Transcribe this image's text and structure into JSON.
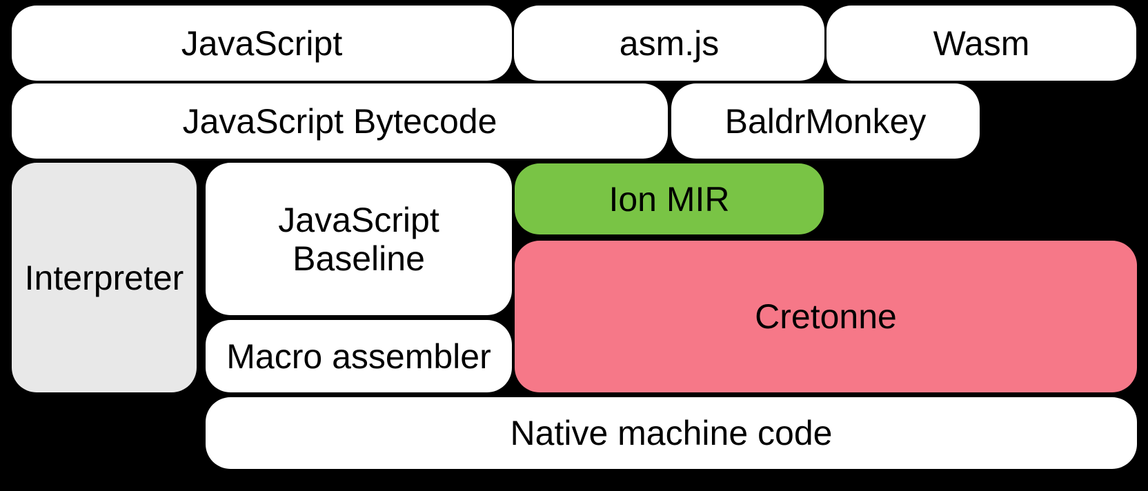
{
  "diagram": {
    "boxes": {
      "javascript": {
        "label": "JavaScript"
      },
      "asmjs": {
        "label": "asm.js"
      },
      "wasm": {
        "label": "Wasm"
      },
      "bytecode": {
        "label": "JavaScript Bytecode"
      },
      "baldrmonkey": {
        "label": "BaldrMonkey"
      },
      "interpreter": {
        "label": "Interpreter"
      },
      "baseline": {
        "label": "JavaScript\nBaseline"
      },
      "ionmir": {
        "label": "Ion MIR"
      },
      "cretonne": {
        "label": "Cretonne"
      },
      "macroassembler": {
        "label": "Macro assembler"
      },
      "native": {
        "label": "Native machine code"
      }
    },
    "colors": {
      "background": "#000000",
      "box_default": "#ffffff",
      "interpreter": "#e8e8e8",
      "ion_mir": "#79c445",
      "cretonne": "#f67888",
      "text": "#000000"
    }
  }
}
